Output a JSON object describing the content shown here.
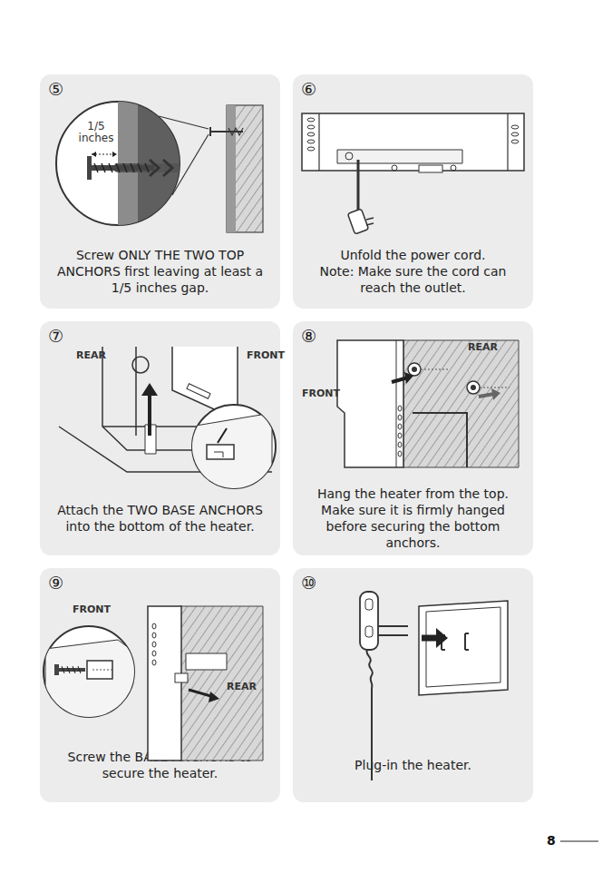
{
  "diagram": {
    "nodes": [
      {
        "text": [
          "⑤",
          "Screw ONLY THE TWO TOP ANCHORS first leaving at least a 1/5 inches gap."
        ]
      },
      {
        "text": [
          "⑥",
          "Unfold the power cord.",
          "Note: Make sure the cord can reach the outlet."
        ]
      },
      {
        "text": [
          "⑦",
          "Attach the TWO BASE ANCHORS into the bottom of the heater."
        ]
      },
      {
        "text": [
          "⑧",
          "Hang the heater from the top. Make sure it is firmly hanged before securing the bottom anchors."
        ]
      },
      {
        "text": [
          "⑨",
          "Screw the BASE ANCHORS to secure the heater."
        ]
      },
      {
        "text": [
          "⑩",
          "Plug-in the heater."
        ]
      }
    ],
    "labels": [
      "1/5 inches",
      "REAR",
      "FRONT",
      "REAR",
      "FRONT",
      "FRONT",
      "REAR",
      "8"
    ]
  }
}
